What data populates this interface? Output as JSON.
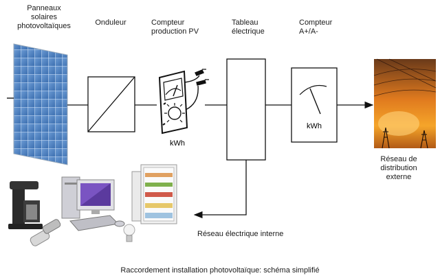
{
  "labels": {
    "panneaux": [
      "Panneaux",
      "solaires",
      "photovoltaïques"
    ],
    "onduleur": "Onduleur",
    "compteur_pv": [
      "Compteur",
      "production PV"
    ],
    "tableau": [
      "Tableau",
      "électrique"
    ],
    "compteur_aa": [
      "Compteur",
      "A+/A-"
    ],
    "reseau_ext": [
      "Réseau de",
      "distribution",
      "externe"
    ],
    "reseau_int": "Réseau électrique interne",
    "kwh_pv": "kWh",
    "kwh_aa": "kWh"
  },
  "caption": "Raccordement installation photovoltaïque: schéma simplifié"
}
